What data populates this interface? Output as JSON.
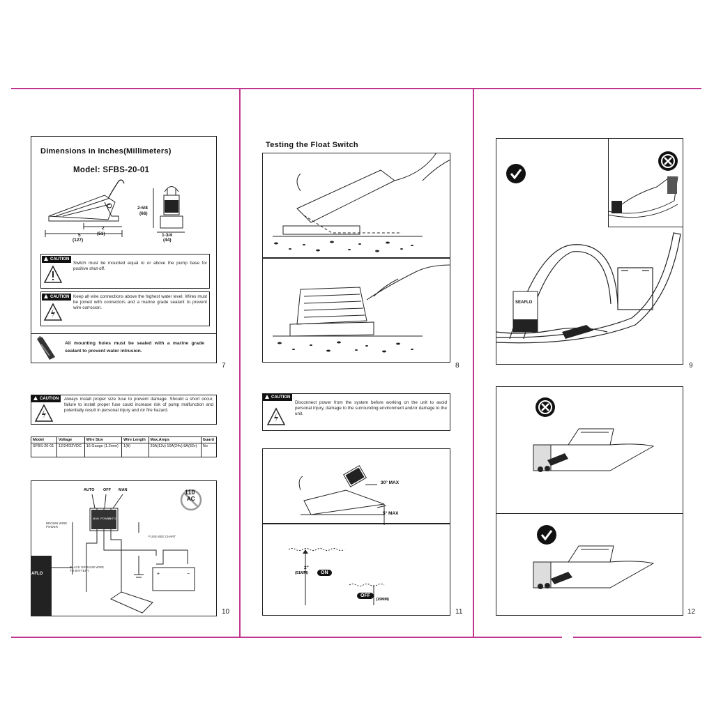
{
  "page7": {
    "title": "Dimensions in Inches(Millimeters)",
    "model": "Model: SFBS-20-01",
    "dims": {
      "h": "2-5/8",
      "h_mm": "(66)",
      "w": "2",
      "w_mm": "(51)",
      "l": "5",
      "l_mm": "(127)",
      "d": "1-3/4",
      "d_mm": "(44)"
    },
    "caution_label": "CAUTION",
    "caution1": "Switch must be mounted equal to or above the pump base for positive shut-off.",
    "caution2": "Keep all wire connections above the highest water level. Wires must be joined with connectors and a marine grade sealant to prevent wire corrosion.",
    "sealant_note": "All mounting holes must be sealed with a marine grade sealant to prevent water intrusion.",
    "number": "7"
  },
  "page8": {
    "title": "Testing the Float Switch",
    "number": "8"
  },
  "page9": {
    "brand": "SEAFLO",
    "number": "9"
  },
  "page10": {
    "caution_label": "CAUTION",
    "caution": "Always install proper size fuse to prevent damage. Should a short occur, failure to install proper fuse could increase risk of pump malfunction and potentially result in personal injury and /or fire hazard.",
    "table": {
      "headers": [
        "Model",
        "Voltage",
        "Wire Size",
        "Wire Length",
        "Max.Amps",
        "Guard"
      ],
      "rows": [
        [
          "SFBS-20-01",
          "12/24/32VDC",
          "16 Gauge (1.2mm)",
          "1(ft)",
          "20A(12v) 10A(24v) 8A(32v)",
          "No"
        ]
      ]
    },
    "switch_labels": [
      "AUTO",
      "OFF",
      "MAN"
    ],
    "switch_side_labels": [
      "MAN",
      "POWER",
      "AUTO"
    ],
    "brown_wire": "BROWN WIRE POWER",
    "fuse": "FUSE-SEE CHART",
    "battery_note": "BLACK GROUND WIRE TO BATTERY",
    "voltage": "110",
    "ac": "AC",
    "brand_partial": "AFLO",
    "number": "10"
  },
  "page11": {
    "caution_label": "CAUTION",
    "caution": "Disconnect power from the system before working on the unit to avoid personal injury, damage to the surrounding environment and/or damage to the unit.",
    "angle1": "30° MAX",
    "angle2": "5° MAX",
    "on_height": "2\"",
    "on_mm": "(51MM)",
    "on": "ON",
    "off": "OFF",
    "off_mm": "(19MM)",
    "number": "11"
  },
  "page12": {
    "number": "12"
  }
}
